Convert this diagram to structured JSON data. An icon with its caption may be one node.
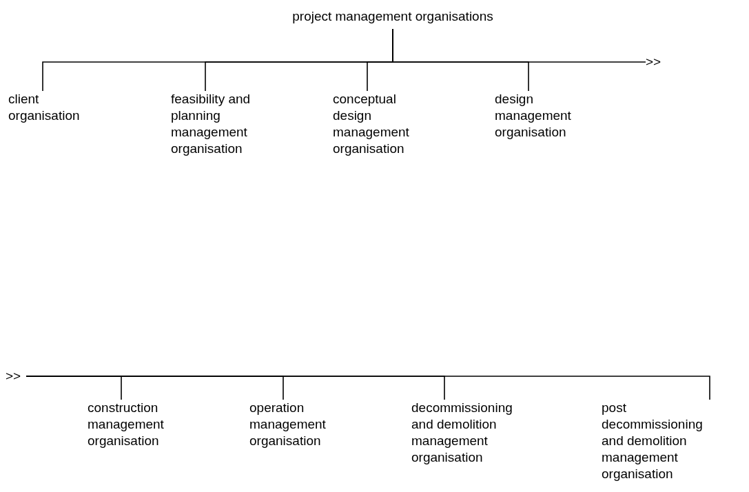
{
  "diagram": {
    "nodes": [
      {
        "text": [
          "project management organisations"
        ]
      },
      {
        "text": [
          "client organisation"
        ]
      },
      {
        "text": [
          "feasibility and planning management organisation"
        ]
      },
      {
        "text": [
          "conceptual design management organisation"
        ]
      },
      {
        "text": [
          "design management organisation"
        ]
      },
      {
        "text": [
          ">>"
        ]
      },
      {
        "text": [
          ">>"
        ]
      },
      {
        "text": [
          "construction management organisation"
        ]
      },
      {
        "text": [
          "operation management organisation"
        ]
      },
      {
        "text": [
          "decommissioning and demolition management organisation"
        ]
      },
      {
        "text": [
          "post decommissioning and demolition management organisation"
        ]
      }
    ],
    "edges": [
      {
        "from": 0,
        "to": 1,
        "arrow": "none"
      },
      {
        "from": 0,
        "to": 2,
        "arrow": "none"
      },
      {
        "from": 0,
        "to": 3,
        "arrow": "none"
      },
      {
        "from": 0,
        "to": 4,
        "arrow": "none"
      },
      {
        "from": 0,
        "to": 5,
        "arrow": "none"
      },
      {
        "from": 6,
        "to": 7,
        "arrow": "none"
      },
      {
        "from": 6,
        "to": 8,
        "arrow": "none"
      },
      {
        "from": 6,
        "to": 9,
        "arrow": "none"
      },
      {
        "from": 6,
        "to": 10,
        "arrow": "none"
      }
    ]
  }
}
